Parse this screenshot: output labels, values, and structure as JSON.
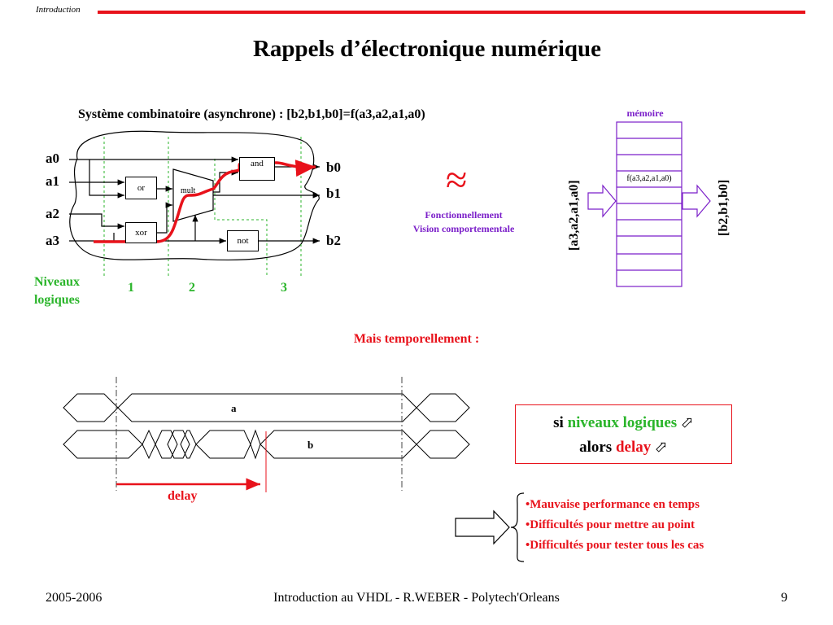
{
  "header": {
    "label": "Introduction",
    "rule_color": "#e8121b"
  },
  "title": "Rappels d’électronique numérique",
  "system": {
    "title": "Système combinatoire (asynchrone) : [b2,b1,b0]=f(a3,a2,a1,a0)",
    "inputs": [
      "a0",
      "a1",
      "a2",
      "a3"
    ],
    "outputs": [
      "b0",
      "b1",
      "b2"
    ],
    "gates": {
      "or": "or",
      "xor": "xor",
      "mult": "mult",
      "and": "and",
      "not": "not"
    },
    "levels_label": [
      "Niveaux",
      "logiques"
    ],
    "levels": [
      "1",
      "2",
      "3"
    ]
  },
  "equivalence": {
    "symbol": "≈",
    "line1": "Fonctionnellement",
    "line2": "Vision comportementale"
  },
  "memory": {
    "label": "mémoire",
    "input_label": "[a3,a2,a1,a0]",
    "output_label": "[b2,b1,b0]",
    "cell_text": "f(a3,a2,a1,a0)"
  },
  "timing": {
    "intro": "Mais temporellement :",
    "signal_a": "a",
    "signal_b": "b",
    "delay_label": "delay"
  },
  "rule": {
    "prefix": "si ",
    "niveaux": "niveaux logiques",
    "arrow": "⬀",
    "alors": "alors ",
    "delay": "delay"
  },
  "consequences": [
    "•Mauvaise performance en temps",
    "•Difficultés pour mettre au point",
    "•Difficultés pour tester tous les cas"
  ],
  "footer": {
    "years": "2005-2006",
    "course": "Introduction au VHDL - R.WEBER - Polytech'Orleans",
    "page": "9"
  },
  "colors": {
    "red": "#e8121b",
    "green": "#2bb52b",
    "purple": "#7b1fc9"
  }
}
